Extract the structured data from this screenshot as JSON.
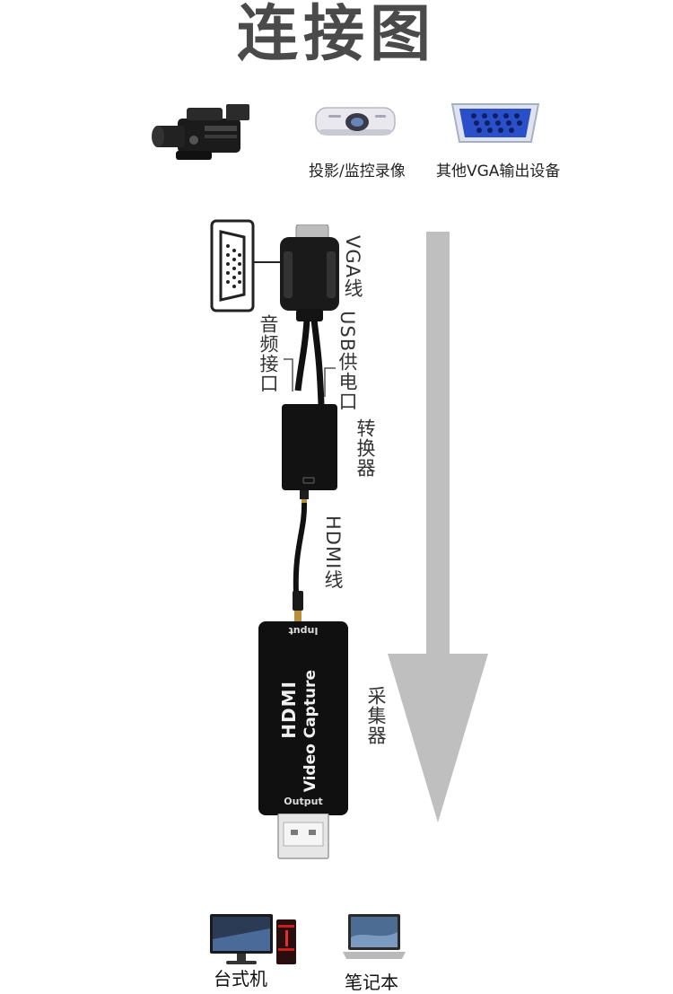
{
  "title": "连接图",
  "sources": {
    "camera_icon": "video-camera-icon",
    "projector_label": "投影/监控录像",
    "vga_other_label": "其他VGA输出设备"
  },
  "cable_labels": {
    "vga_cable": "VGA线",
    "usb_power": "USB供电口",
    "audio_port": "音频接口",
    "converter": "转换器",
    "hdmi_cable": "HDMI线",
    "capture": "采集器"
  },
  "capture_device": {
    "input_text": "Input",
    "brand": "HDMI",
    "model": "Video Capture",
    "output_text": "Output"
  },
  "targets": {
    "desktop_label": "台式机",
    "laptop_label": "笔记本"
  },
  "colors": {
    "arrow": "#bfbfbf",
    "device_body": "#111111",
    "vga_blue": "#2a4fc9"
  }
}
